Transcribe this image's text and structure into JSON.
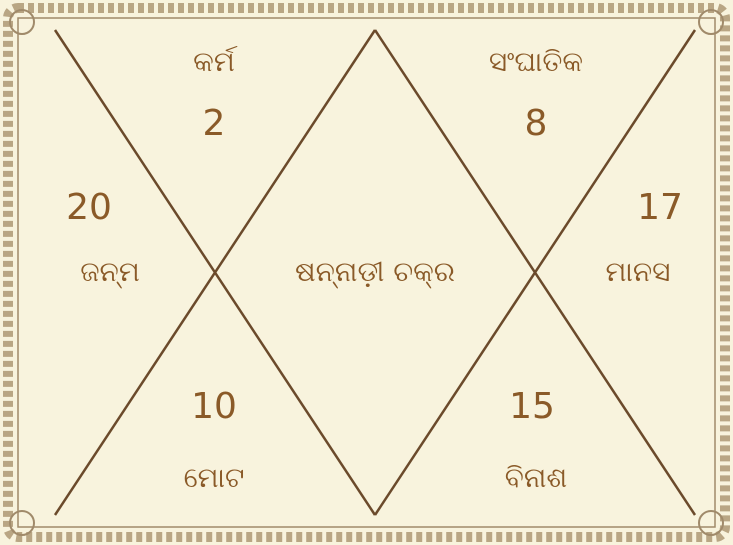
{
  "center": {
    "name": "ଷନ୍ନାଡ଼ୀ ଚକ୍ର"
  },
  "top_left": {
    "name": "କର୍ମ",
    "number": "2"
  },
  "top_right": {
    "name": "ସଂଘାତିକ",
    "number": "8"
  },
  "left": {
    "name": "ଜନ୍ମ",
    "number": "20"
  },
  "right": {
    "name": "ମାନସ",
    "number": "17"
  },
  "bottom_left": {
    "name": "ମୋଟ",
    "number": "10"
  },
  "bottom_right": {
    "name": "ବିନାଶ",
    "number": "15"
  },
  "colors": {
    "line": "#6b4a2b",
    "text": "#8a5a28",
    "background": "#f8f3dd",
    "border": "#a08a6a"
  }
}
